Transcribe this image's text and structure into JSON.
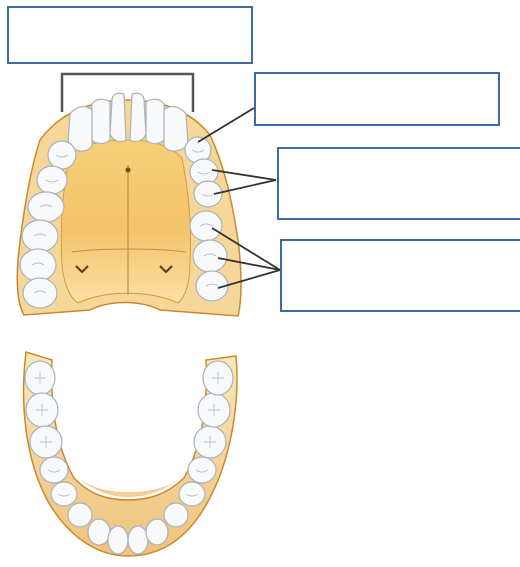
{
  "diagram": {
    "labels": [
      {
        "id": "box-incisors",
        "text": ""
      },
      {
        "id": "box-canine",
        "text": ""
      },
      {
        "id": "box-premolars",
        "text": ""
      },
      {
        "id": "box-molars",
        "text": ""
      }
    ],
    "colors": {
      "box_border": "#3f6aa8",
      "bracket": "#555555",
      "leader": "#333333",
      "palate_fill": "#f2c46d",
      "palate_light": "#fbe2a8",
      "gum_outline": "#c98a2e",
      "tooth_fill": "#f7f9fb",
      "tooth_outline": "#a9b2ba"
    }
  }
}
